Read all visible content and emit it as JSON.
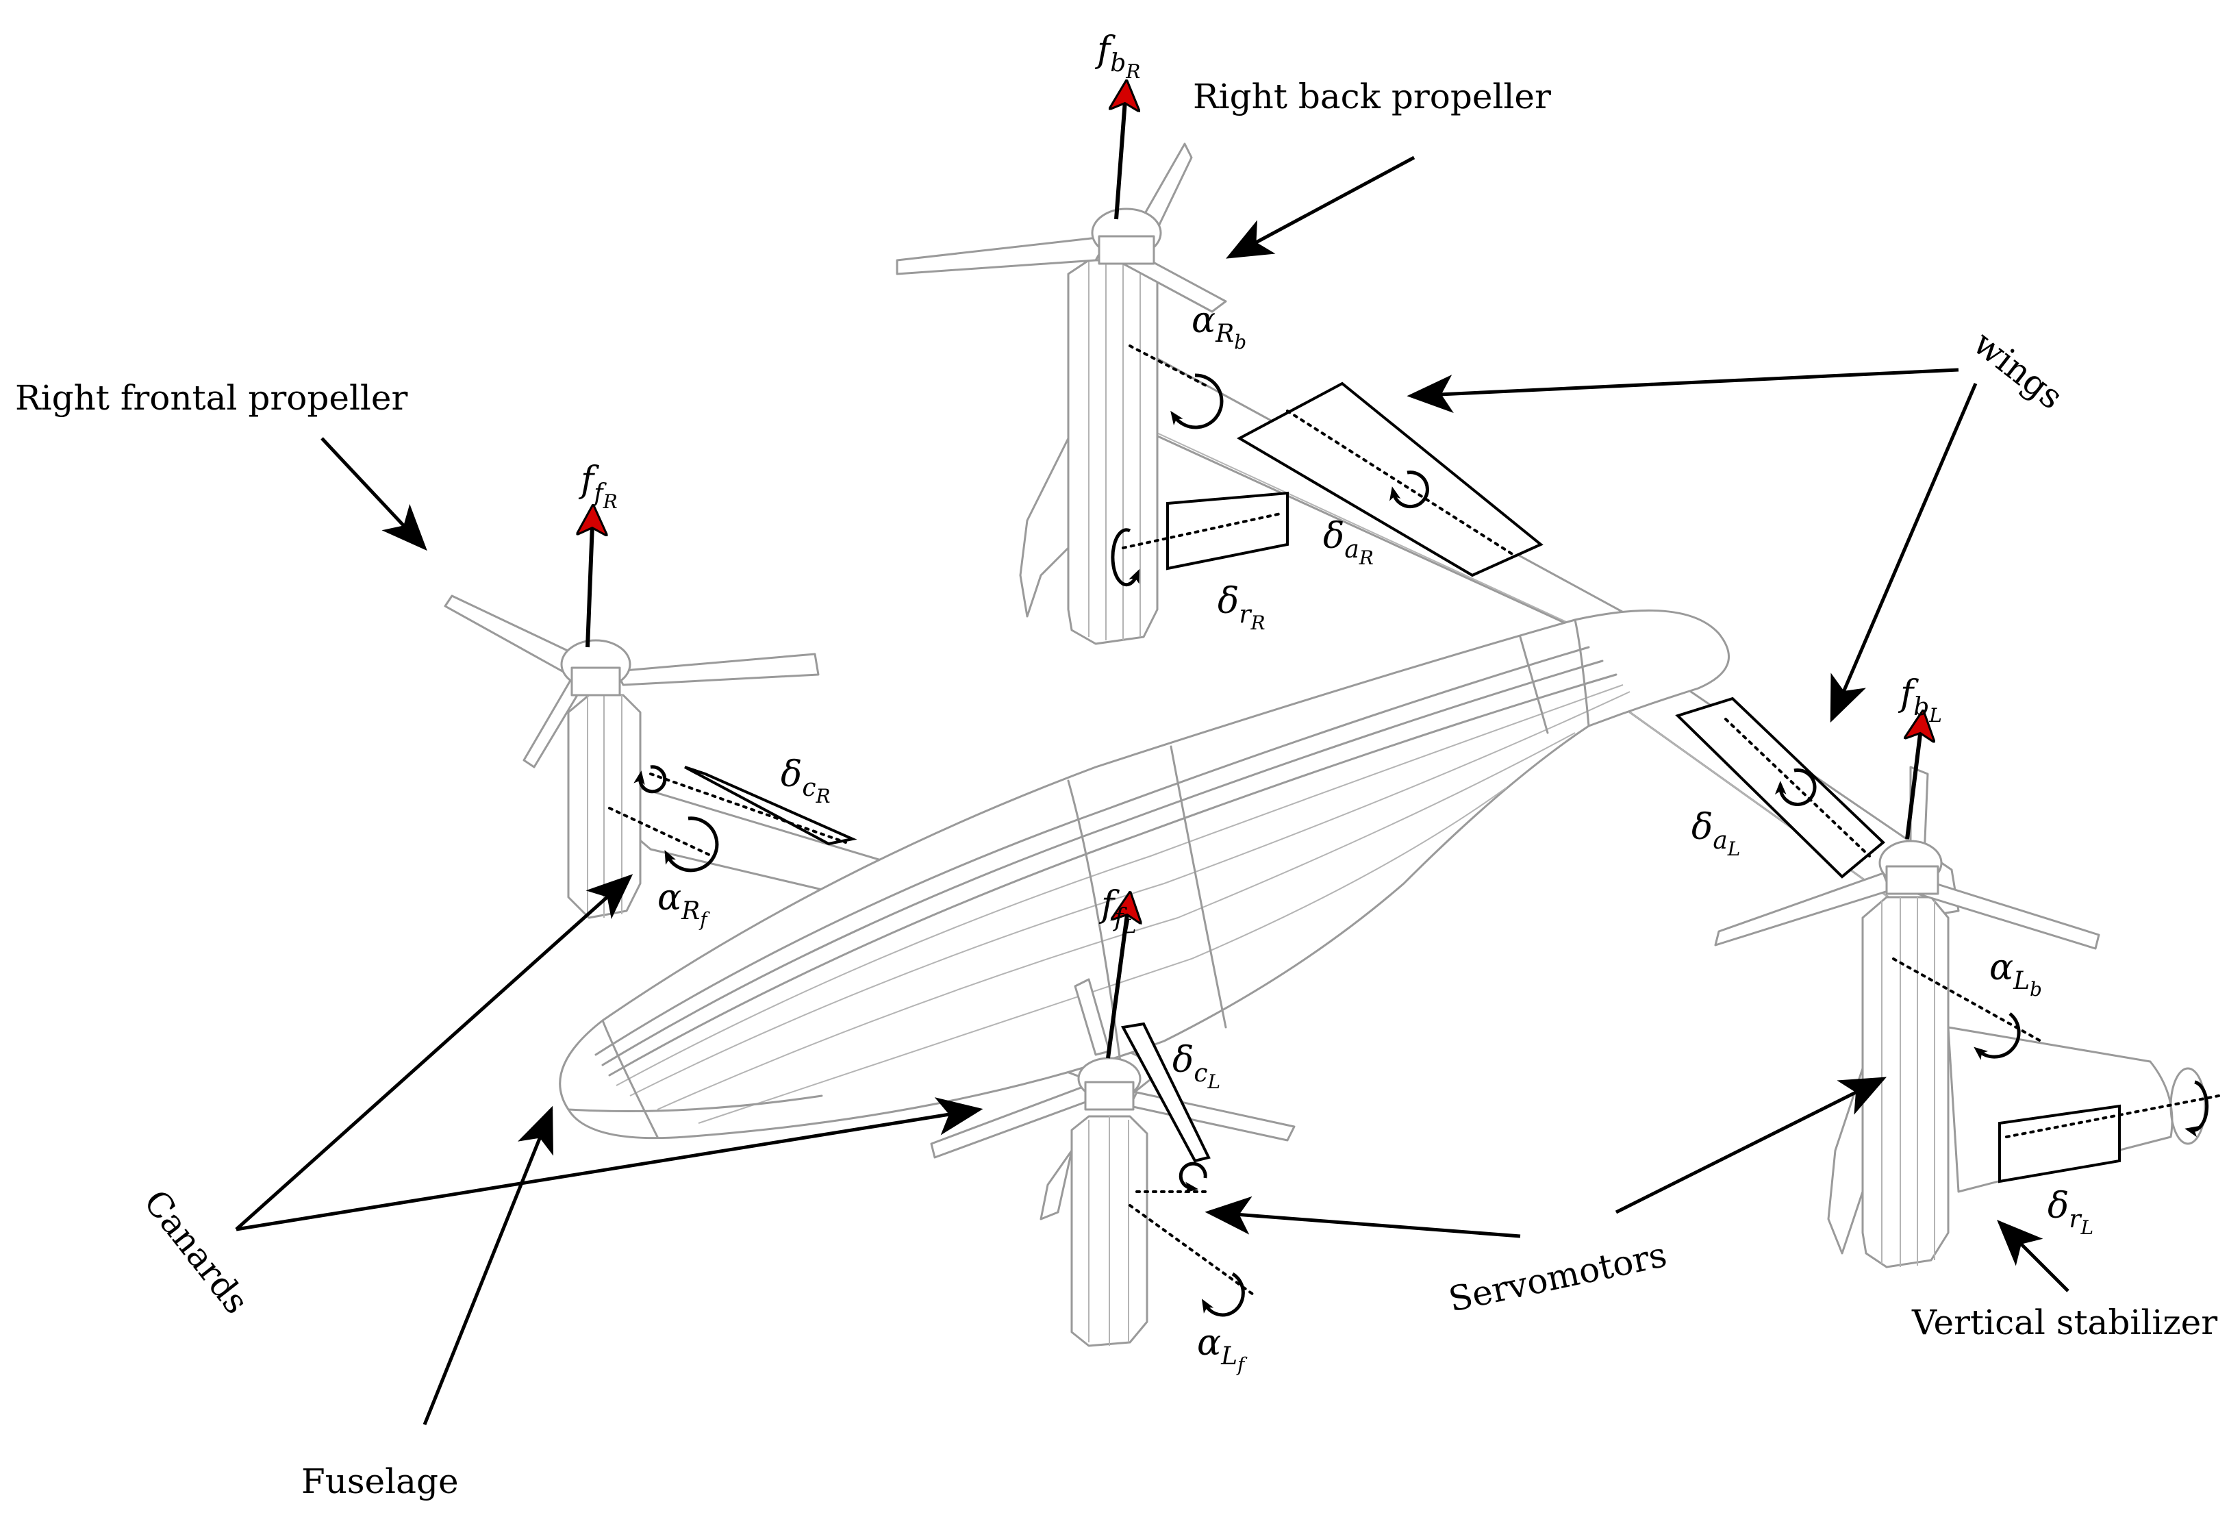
{
  "labels": {
    "right_back_propeller": "Right back propeller",
    "right_frontal_propeller": "Right frontal propeller",
    "wings": "wings",
    "canards": "Canards",
    "fuselage": "Fuselage",
    "servomotors": "Servomotors",
    "vertical_stabilizer": "Vertical stabilizer"
  },
  "symbols": {
    "f_bR": {
      "base": "f",
      "sub": "b",
      "subsub": "R"
    },
    "f_fR": {
      "base": "f",
      "sub": "f",
      "subsub": "R"
    },
    "f_bL": {
      "base": "f",
      "sub": "b",
      "subsub": "L"
    },
    "f_fL": {
      "base": "f",
      "sub": "f",
      "subsub": "L"
    },
    "alpha_Rb": {
      "base": "α",
      "sub": "R",
      "subsub": "b"
    },
    "alpha_Rf": {
      "base": "α",
      "sub": "R",
      "subsub": "f"
    },
    "alpha_Lb": {
      "base": "α",
      "sub": "L",
      "subsub": "b"
    },
    "alpha_Lf": {
      "base": "α",
      "sub": "L",
      "subsub": "f"
    },
    "delta_aR": {
      "base": "δ",
      "sub": "a",
      "subsub": "R"
    },
    "delta_aL": {
      "base": "δ",
      "sub": "a",
      "subsub": "L"
    },
    "delta_rR": {
      "base": "δ",
      "sub": "r",
      "subsub": "R"
    },
    "delta_rL": {
      "base": "δ",
      "sub": "r",
      "subsub": "L"
    },
    "delta_cR": {
      "base": "δ",
      "sub": "c",
      "subsub": "R"
    },
    "delta_cL": {
      "base": "δ",
      "sub": "c",
      "subsub": "L"
    }
  },
  "colors": {
    "force_arrow": "#d40000",
    "structure": "#9a9a9a"
  }
}
